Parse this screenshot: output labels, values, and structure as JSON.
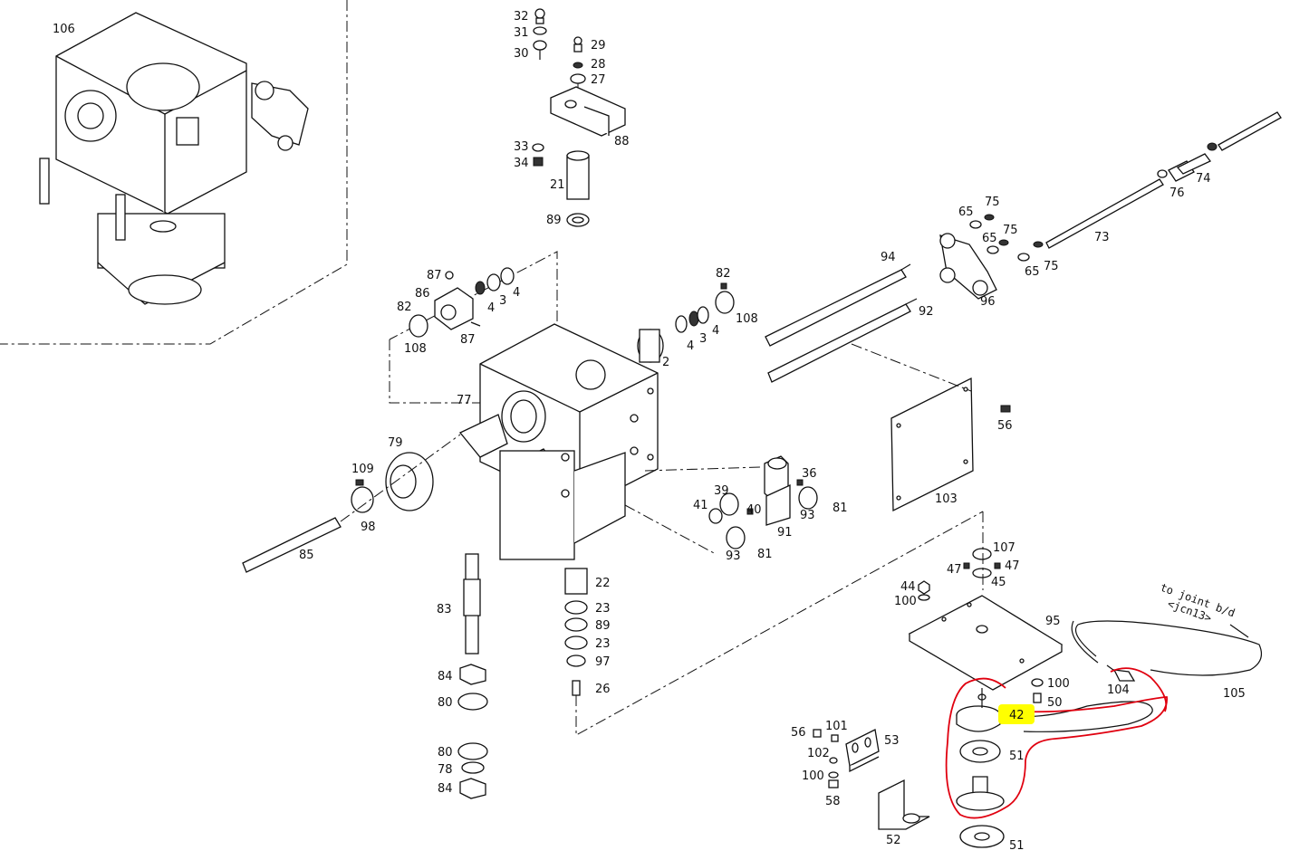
{
  "colors": {
    "ink": "#111111",
    "highlight": "#ffff00",
    "circle": "#e0000f",
    "background": "#ffffff"
  },
  "labels": {
    "l106": "106",
    "l32": "32",
    "l31": "31",
    "l30": "30",
    "l29": "29",
    "l28": "28",
    "l27": "27",
    "l88": "88",
    "l33": "33",
    "l34": "34",
    "l21": "21",
    "l89a": "89",
    "l87a": "87",
    "l86": "86",
    "l3a": "3",
    "l4a": "4",
    "l82a": "82",
    "l4b": "4",
    "l87b": "87",
    "l108a": "108",
    "l82b": "82",
    "l108b": "108",
    "l2": "2",
    "l4c": "4",
    "l3b": "3",
    "l4d": "4",
    "l94": "94",
    "l92": "92",
    "l65a": "65",
    "l75a": "75",
    "l65b": "65",
    "l75b": "75",
    "l65c": "65",
    "l75c": "75",
    "l96": "96",
    "l73": "73",
    "l76": "76",
    "l74": "74",
    "l77": "77",
    "l79": "79",
    "l109": "109",
    "l98": "98",
    "l85": "85",
    "l39": "39",
    "l41": "41",
    "l40": "40",
    "l36": "36",
    "l93a": "93",
    "l81a": "81",
    "l91": "91",
    "l93b": "93",
    "l81b": "81",
    "l56a": "56",
    "l103": "103",
    "l22": "22",
    "l23a": "23",
    "l89b": "89",
    "l23b": "23",
    "l97": "97",
    "l26": "26",
    "l83": "83",
    "l84a": "84",
    "l80a": "80",
    "l80b": "80",
    "l78": "78",
    "l84b": "84",
    "l107": "107",
    "l47a": "47",
    "l47b": "47",
    "l45": "45",
    "l44": "44",
    "l100a": "100",
    "l95": "95",
    "l100b": "100",
    "l50": "50",
    "l42": "42",
    "l104": "104",
    "l105": "105",
    "l56b": "56",
    "l101": "101",
    "l53": "53",
    "l102": "102",
    "l100c": "100",
    "l58": "58",
    "l52": "52",
    "l51a": "51",
    "l51b": "51"
  },
  "note": {
    "line1": "to joint b/d",
    "line2": "<jcn13>"
  }
}
